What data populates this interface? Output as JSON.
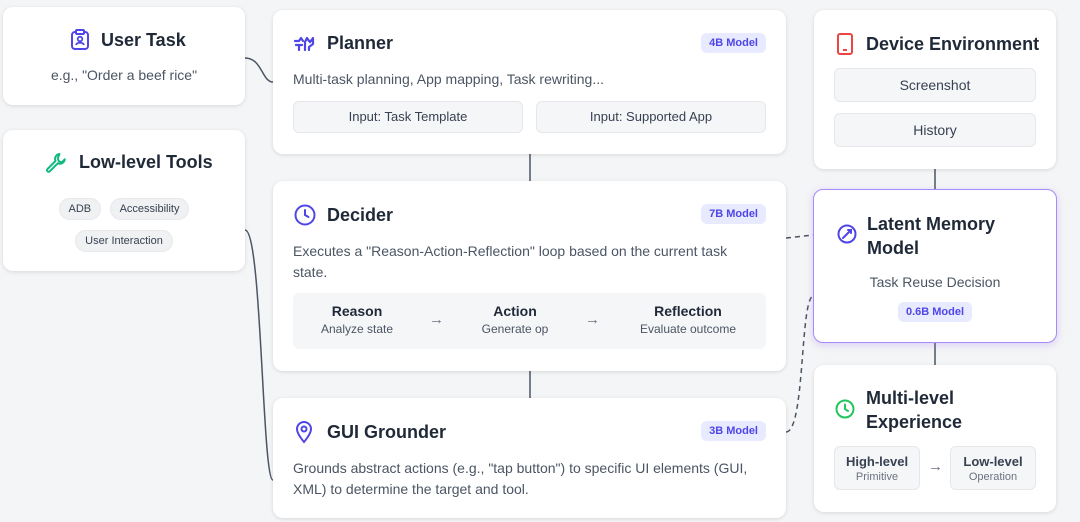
{
  "user_task": {
    "title": "User Task",
    "example": "e.g., \"Order a beef rice\""
  },
  "low_level_tools": {
    "title": "Low-level Tools",
    "items": [
      "ADB",
      "Accessibility",
      "User Interaction"
    ]
  },
  "planner": {
    "title": "Planner",
    "badge": "4B Model",
    "desc": "Multi-task planning, App mapping, Task rewriting...",
    "inputs": [
      "Input: Task Template",
      "Input: Supported App"
    ]
  },
  "decider": {
    "title": "Decider",
    "badge": "7B Model",
    "desc": "Executes a \"Reason-Action-Reflection\" loop based on the current task state.",
    "steps": [
      {
        "label": "Reason",
        "sub": "Analyze state"
      },
      {
        "label": "Action",
        "sub": "Generate op"
      },
      {
        "label": "Reflection",
        "sub": "Evaluate outcome"
      }
    ],
    "arrow": "→"
  },
  "gui_grounder": {
    "title": "GUI Grounder",
    "badge": "3B Model",
    "desc": "Grounds abstract actions (e.g., \"tap button\") to specific UI elements (GUI, XML) to determine the target and tool."
  },
  "device_env": {
    "title": "Device Environment",
    "items": [
      "Screenshot",
      "History"
    ]
  },
  "latent_memory": {
    "title": "Latent Memory Model",
    "desc": "Task Reuse Decision",
    "badge": "0.6B Model"
  },
  "experience": {
    "title": "Multi-level Experience",
    "levels": [
      {
        "label": "High-level",
        "sub": "Primitive"
      },
      {
        "label": "Low-level",
        "sub": "Operation"
      }
    ],
    "arrow": "→"
  },
  "colors": {
    "accent": "#4f46e5",
    "tools_icon": "#10b981",
    "device_icon": "#ef4444",
    "experience_icon": "#22c55e",
    "memory_border": "#8b5cf6"
  }
}
